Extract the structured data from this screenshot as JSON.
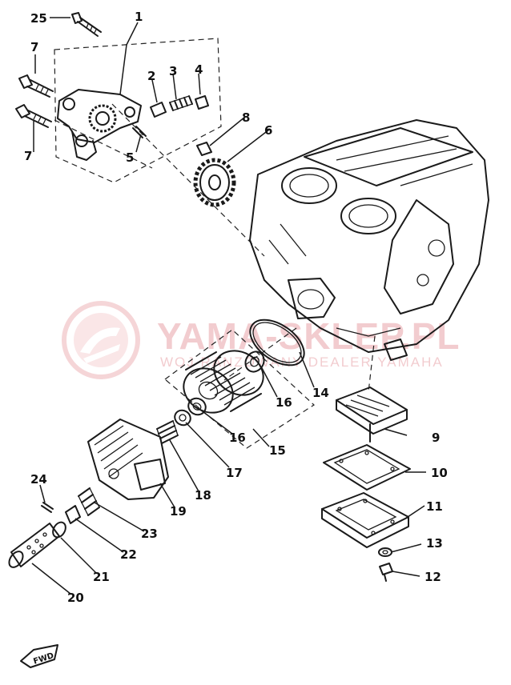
{
  "watermark": {
    "brand": "YAMA-SKLEP.PL",
    "tagline": "WOJ        RANZOWANY DEALER YAMAHA",
    "color": "#e9a3a8"
  },
  "labels": {
    "p1": "1",
    "p2": "2",
    "p3": "3",
    "p4": "4",
    "p5": "5",
    "p6": "6",
    "p7a": "7",
    "p7b": "7",
    "p8": "8",
    "p9": "9",
    "p10": "10",
    "p11": "11",
    "p12": "12",
    "p13": "13",
    "p14": "14",
    "p15": "15",
    "p16a": "16",
    "p16b": "16",
    "p17": "17",
    "p18": "18",
    "p19": "19",
    "p20": "20",
    "p21": "21",
    "p22": "22",
    "p23": "23",
    "p24": "24",
    "p25": "25"
  },
  "fwd_label": "FWD",
  "colors": {
    "ink": "#1a1a1a",
    "paper": "#ffffff"
  }
}
